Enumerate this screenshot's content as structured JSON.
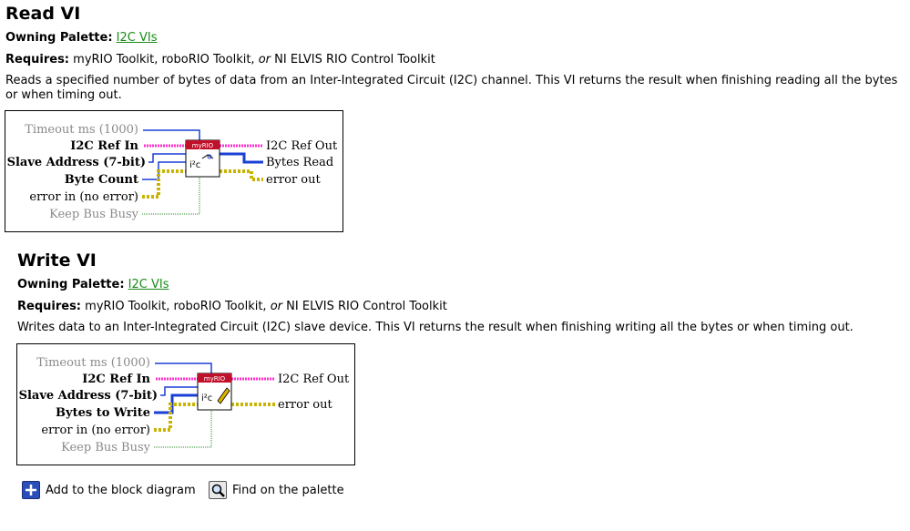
{
  "read": {
    "title": "Read VI",
    "owning_label": "Owning Palette:",
    "owning_link": "I2C VIs",
    "requires_label": "Requires:",
    "requires_a": "myRIO Toolkit, roboRIO Toolkit,",
    "requires_or": "or",
    "requires_b": "NI ELVIS RIO Control Toolkit",
    "description": "Reads a specified number of bytes of data from an Inter-Integrated Circuit (I2C) channel. This VI returns the result when finishing reading all the bytes or when timing out.",
    "badge": "myRIO",
    "inputs": [
      "Timeout ms (1000)",
      "I2C Ref In",
      "Slave Address (7-bit)",
      "Byte Count",
      "error in (no error)",
      "Keep Bus Busy"
    ],
    "outputs": [
      "I2C Ref Out",
      "Bytes Read",
      "error out"
    ]
  },
  "write": {
    "title": "Write VI",
    "owning_label": "Owning Palette:",
    "owning_link": "I2C VIs",
    "requires_label": "Requires:",
    "requires_a": "myRIO Toolkit, roboRIO Toolkit,",
    "requires_or": "or",
    "requires_b": "NI ELVIS RIO Control Toolkit",
    "description": "Writes data to an Inter-Integrated Circuit (I2C) slave device. This VI returns the result when finishing writing all the bytes or when timing out.",
    "badge": "myRIO",
    "inputs": [
      "Timeout ms (1000)",
      "I2C Ref In",
      "Slave Address (7-bit)",
      "Bytes to Write",
      "error in (no error)",
      "Keep Bus Busy"
    ],
    "outputs": [
      "I2C Ref Out",
      "error out"
    ]
  },
  "actions": {
    "add": "Add to the block diagram",
    "find": "Find on the palette"
  },
  "icons": {
    "add": "plus-icon",
    "find": "magnifier-icon"
  },
  "colors": {
    "link": "#1a8a1a",
    "ref_wire": "#ff33cc",
    "num_wire": "#1a3fd6",
    "err_wire": "#c8b400",
    "bool_wire": "#2a8a2a",
    "badge": "#c0102a"
  }
}
